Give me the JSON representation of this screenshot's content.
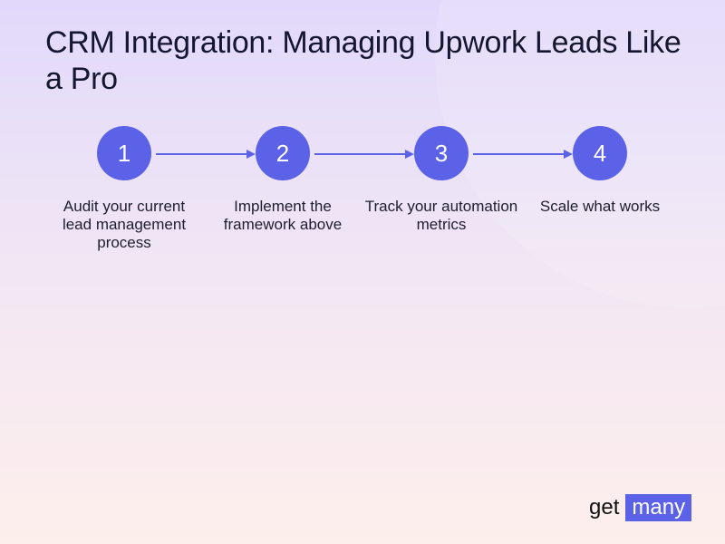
{
  "title": "CRM Integration: Managing Upwork Leads Like a Pro",
  "steps": [
    {
      "number": "1",
      "label": "Audit your current lead management process"
    },
    {
      "number": "2",
      "label": "Implement the framework above"
    },
    {
      "number": "3",
      "label": "Track your automation metrics"
    },
    {
      "number": "4",
      "label": "Scale what works"
    }
  ],
  "logo": {
    "part1": "get",
    "part2": "many"
  },
  "colors": {
    "accent": "#5c62e8",
    "title": "#151632"
  }
}
